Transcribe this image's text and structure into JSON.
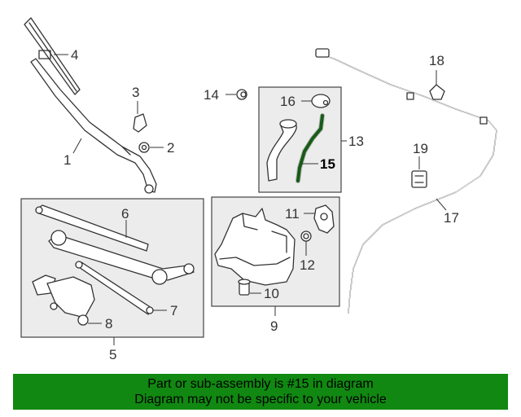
{
  "callouts": {
    "c1": "1",
    "c2": "2",
    "c3": "3",
    "c4": "4",
    "c5": "5",
    "c6": "6",
    "c7": "7",
    "c8": "8",
    "c9": "9",
    "c10": "10",
    "c11": "11",
    "c12": "12",
    "c13": "13",
    "c14": "14",
    "c15": "15",
    "c16": "16",
    "c17": "17",
    "c18": "18",
    "c19": "19"
  },
  "banner": {
    "line1": "Part or sub-assembly is #15 in diagram",
    "line2": "Diagram may not be specific to your vehicle"
  },
  "colors": {
    "highlight_part": "#1e7a1e",
    "banner_bg": "#118811"
  }
}
